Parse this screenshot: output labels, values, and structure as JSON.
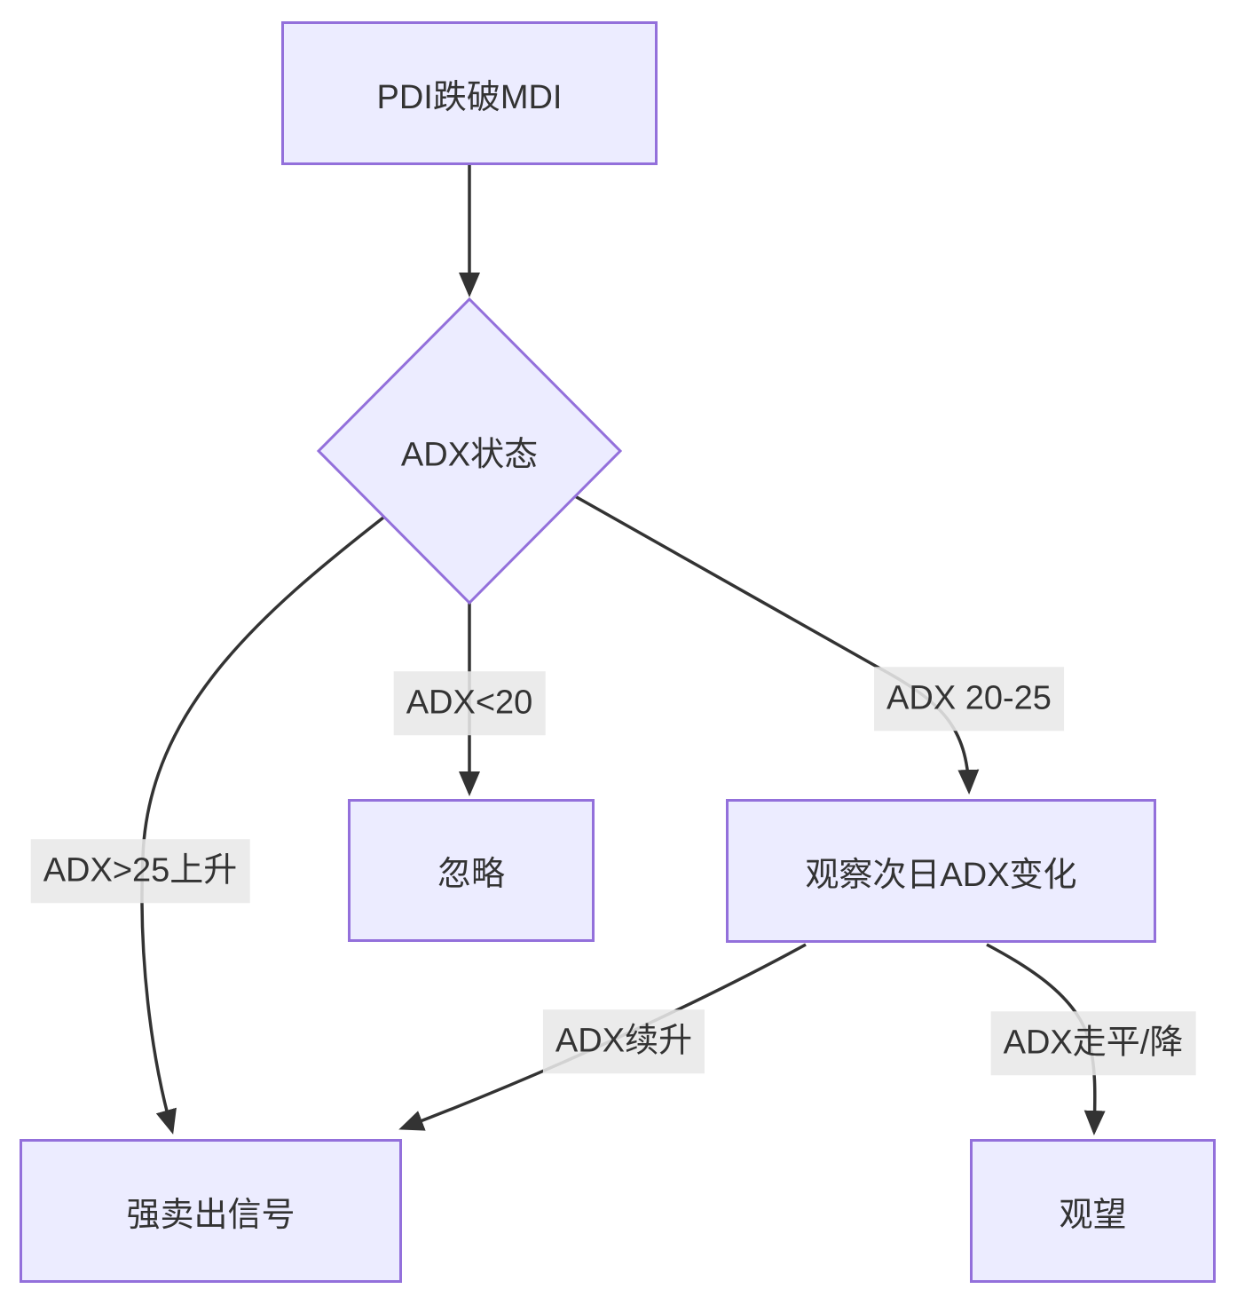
{
  "diagram": {
    "type": "flowchart",
    "direction": "top-down",
    "colors": {
      "background": "#ffffff",
      "node_fill": "#ECECFF",
      "node_border": "#9370DB",
      "edge_line": "#333333",
      "edge_label_bg": "#e8e8e8",
      "text": "#333333"
    },
    "nodes": [
      {
        "id": "pdi-cross",
        "shape": "rect",
        "label": "PDI跌破MDI"
      },
      {
        "id": "adx-state",
        "shape": "diamond",
        "label": "ADX状态"
      },
      {
        "id": "ignore",
        "shape": "rect",
        "label": "忽略"
      },
      {
        "id": "observe-next-day",
        "shape": "rect",
        "label": "观察次日ADX变化"
      },
      {
        "id": "strong-sell-signal",
        "shape": "rect",
        "label": "强卖出信号"
      },
      {
        "id": "wait-and-see",
        "shape": "rect",
        "label": "观望"
      }
    ],
    "edges": [
      {
        "from": "pdi-cross",
        "to": "adx-state",
        "label": ""
      },
      {
        "from": "adx-state",
        "to": "strong-sell-signal",
        "label": "ADX>25上升"
      },
      {
        "from": "adx-state",
        "to": "ignore",
        "label": "ADX<20"
      },
      {
        "from": "adx-state",
        "to": "observe-next-day",
        "label": "ADX 20-25"
      },
      {
        "from": "observe-next-day",
        "to": "strong-sell-signal",
        "label": "ADX续升"
      },
      {
        "from": "observe-next-day",
        "to": "wait-and-see",
        "label": "ADX走平/降"
      }
    ]
  }
}
